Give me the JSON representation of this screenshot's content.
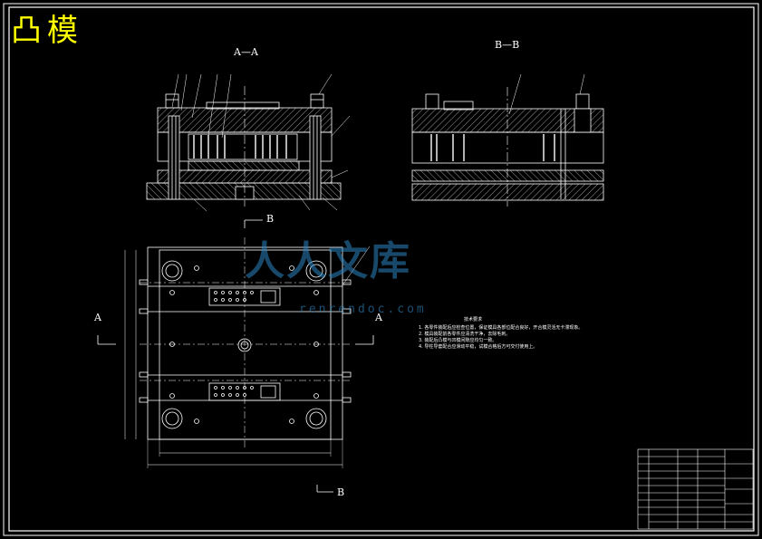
{
  "drawing": {
    "title": "凸模",
    "section_aa_label": "A—A",
    "section_bb_label": "B—B",
    "marker_a": "A",
    "marker_b": "B",
    "watermark_text": "人人文库",
    "watermark_url": "renrendoc.com",
    "tech_notes_title": "技术要求",
    "tech_notes": [
      "1. 各零件装配后应检查位置，保证模具各部位配合良好，开合模灵活无卡滞现象。",
      "2. 模具装配前各零件应清洗干净，去除毛刺。",
      "3. 装配后凸模与凹模间隙应均匀一致。",
      "4. 导柱导套配合应滑动平稳，试模合格后方可交付使用上。"
    ],
    "colors": {
      "background": "#000000",
      "lines": "#ffffff",
      "title": "#ffff00",
      "watermark": "#2e86c1"
    }
  }
}
